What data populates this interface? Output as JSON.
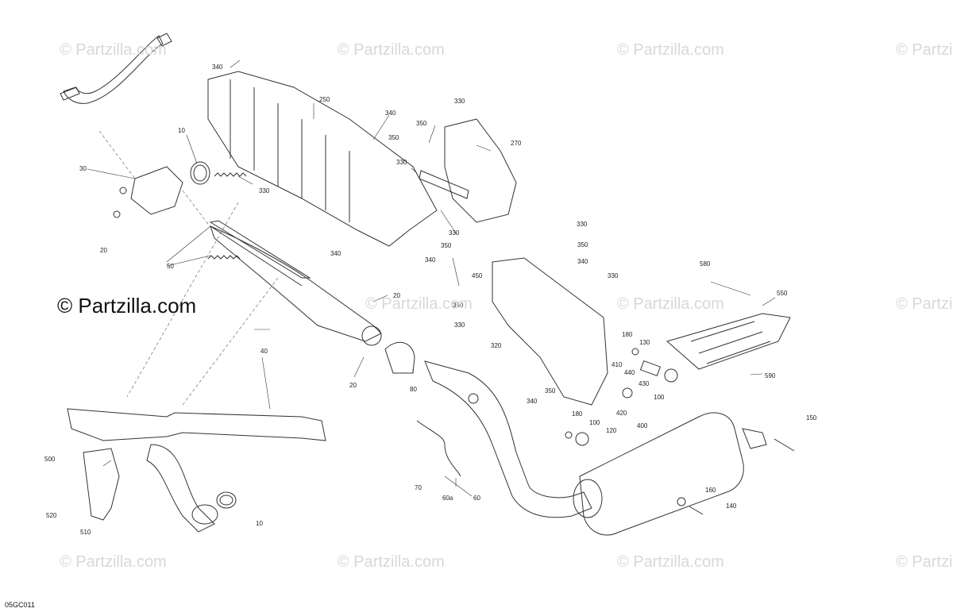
{
  "watermark_text": "© Partzilla.com",
  "diagram_code": "05GC011",
  "labels": {
    "l340a": "340",
    "l250": "250",
    "l10a": "10",
    "l30": "30",
    "l330a": "330",
    "l20a": "20",
    "l50": "50",
    "l340b": "340",
    "l350a": "350",
    "l330b": "330",
    "l270": "270",
    "l330c": "330",
    "l330d": "330",
    "l340c": "340",
    "l350b": "350",
    "l340d": "340",
    "l330e": "330",
    "l350c": "350",
    "l340e": "340",
    "l450": "450",
    "l350d": "350",
    "l330f": "330",
    "l330g": "330",
    "l20b": "20",
    "l320": "320",
    "l40": "40",
    "l20c": "20",
    "l80": "80",
    "l580": "580",
    "l550": "550",
    "l180a": "180",
    "l130": "130",
    "l410": "410",
    "l440": "440",
    "l590": "590",
    "l350e": "350",
    "l430": "430",
    "l100a": "100",
    "l340f": "340",
    "l420": "420",
    "l400": "400",
    "l180b": "180",
    "l100b": "100",
    "l120": "120",
    "l150": "150",
    "l500": "500",
    "l520": "520",
    "l510": "510",
    "l10b": "10",
    "l70": "70",
    "l60a": "60a",
    "l60": "60",
    "l160": "160",
    "l140": "140"
  }
}
